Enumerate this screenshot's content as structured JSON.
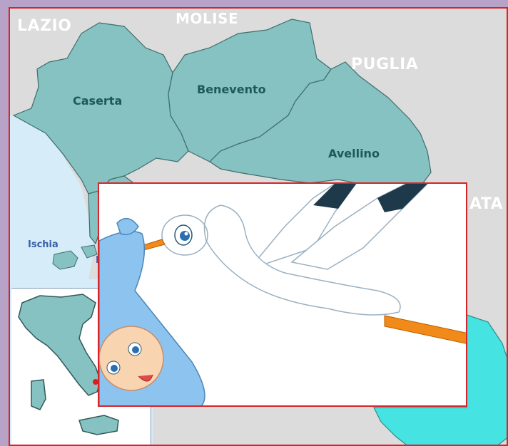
{
  "map": {
    "regions": {
      "lazio": "LAZIO",
      "molise": "MOLISE",
      "puglia": "PUGLIA",
      "basilicata": "ATA"
    },
    "provinces": {
      "caserta": "Caserta",
      "benevento": "Benevento",
      "avellino": "Avellino"
    },
    "islands": {
      "ischia": "Ischia",
      "procida": "P"
    },
    "colors": {
      "province_fill": "#85c2c1",
      "sea": "#d6ecf8",
      "land_other": "#dcdcdc",
      "salerno_fill": "#45e3e1",
      "frame_border": "#d6242a",
      "background": "#b8a3c8"
    }
  },
  "overlay": {
    "illustration": "stork-carrying-baby"
  }
}
